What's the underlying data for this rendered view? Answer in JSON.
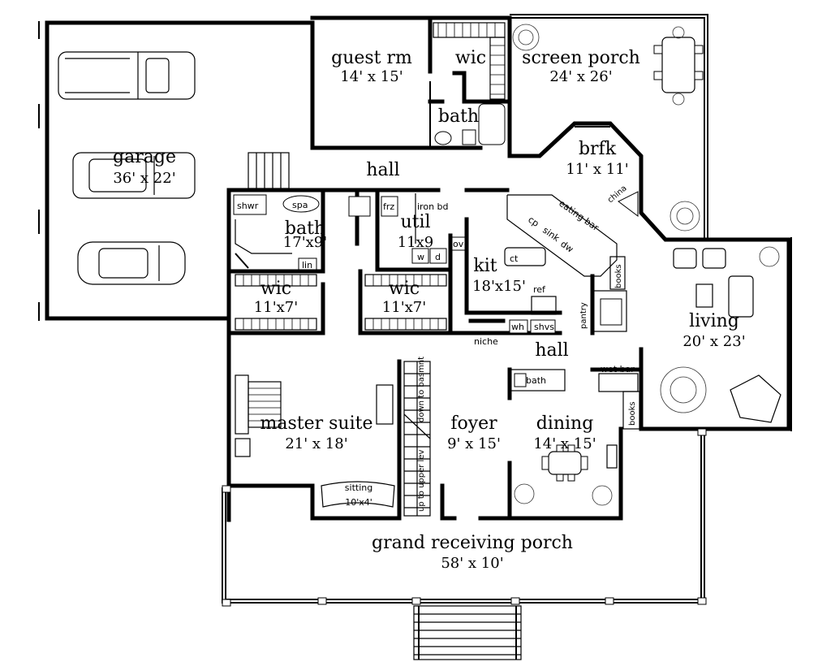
{
  "rooms": {
    "guest": {
      "name": "guest rm",
      "dim": "14' x 15'"
    },
    "wic_top": {
      "name": "wic"
    },
    "screen_porch": {
      "name": "screen porch",
      "dim": "24' x 26'"
    },
    "bath_top": {
      "name": "bath"
    },
    "brfk": {
      "name": "brfk",
      "dim": "11' x 11'"
    },
    "garage": {
      "name": "garage",
      "dim": "36' x 22'"
    },
    "hall_top": {
      "name": "hall"
    },
    "master_bath": {
      "name": "bath",
      "dim": "17'x9'"
    },
    "util": {
      "name": "util",
      "dim": "11x9"
    },
    "kit": {
      "name": "kit",
      "dim": "18'x15'"
    },
    "living": {
      "name": "living",
      "dim": "20' x 23'"
    },
    "wic_left": {
      "name": "wic",
      "dim": "11'x7'"
    },
    "wic_mid": {
      "name": "wic",
      "dim": "11'x7'"
    },
    "hall_mid": {
      "name": "hall"
    },
    "master": {
      "name": "master suite",
      "dim": "21' x 18'"
    },
    "foyer": {
      "name": "foyer",
      "dim": "9' x 15'"
    },
    "dining": {
      "name": "dining",
      "dim": "14' x 15'"
    },
    "sitting": {
      "name": "sitting",
      "dim": "10'x4'"
    },
    "porch": {
      "name": "grand receiving porch",
      "dim": "58' x 10'"
    }
  },
  "fixtures": {
    "shwr": "shwr",
    "spa": "spa",
    "lin": "lin",
    "frz": "frz",
    "iron_bd": "iron bd",
    "w": "w",
    "d": "d",
    "ov": "ov",
    "ct": "ct",
    "ref": "ref",
    "eating_bar": "eating bar",
    "cp": "cp",
    "sink": "sink",
    "dw": "dw",
    "china": "china",
    "books_kit": "books",
    "pantry": "pantry",
    "niche": "niche",
    "wh": "wh",
    "shvs": "shvs",
    "small_bath": "bath",
    "wet_bar": "wet bar",
    "books_dining": "books",
    "stairs_down": "down to basmnt",
    "stairs_up": "up to upper lev"
  }
}
